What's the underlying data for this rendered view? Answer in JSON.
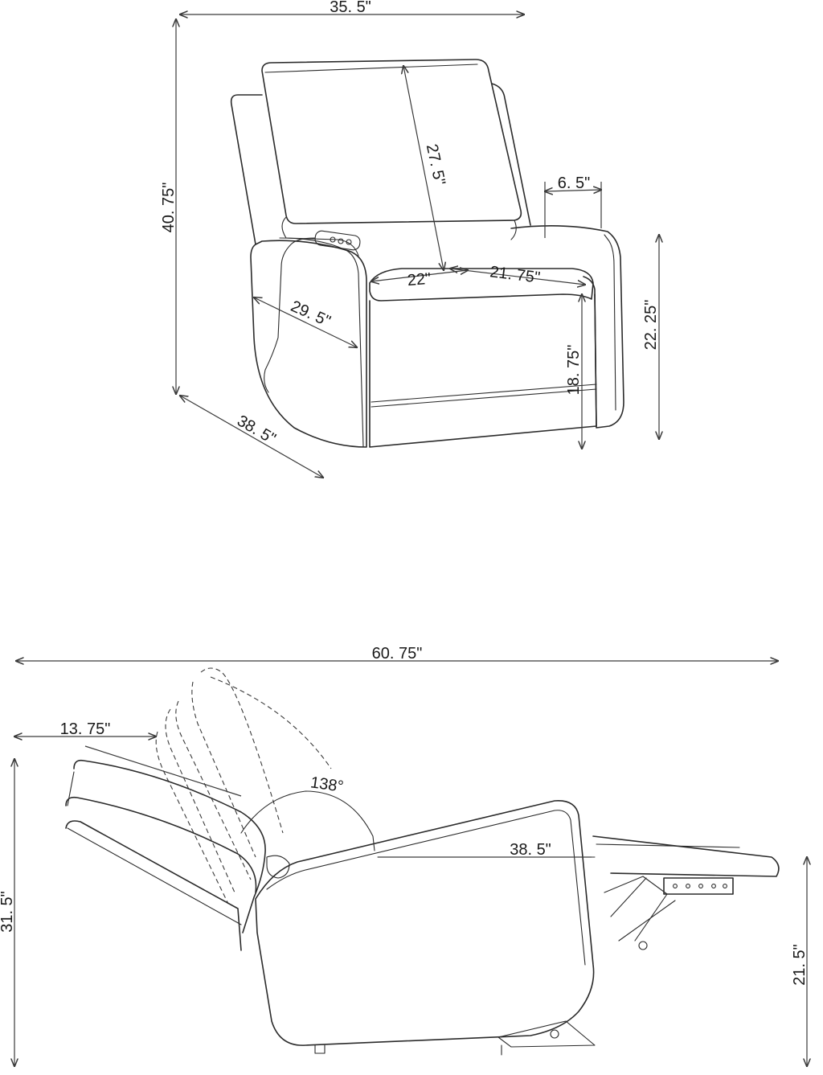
{
  "front_view": {
    "overall_width": "35. 5\"",
    "overall_height": "40. 75\"",
    "overall_depth": "38. 5\"",
    "back_height": "27. 5\"",
    "arm_width": "6. 5\"",
    "seat_width": "22\"",
    "seat_depth": "21. 75\"",
    "arm_depth": "29. 5\"",
    "arm_height": "22. 25\"",
    "seat_height": "18. 75\""
  },
  "side_view": {
    "reclined_length": "60. 75\"",
    "back_overhang": "13. 75\"",
    "recline_angle": "138°",
    "body_length": "38. 5\"",
    "back_height": "31. 5\"",
    "footrest_height": "21. 5\""
  },
  "colors": {
    "line": "#2b2b2b",
    "background": "#ffffff"
  }
}
